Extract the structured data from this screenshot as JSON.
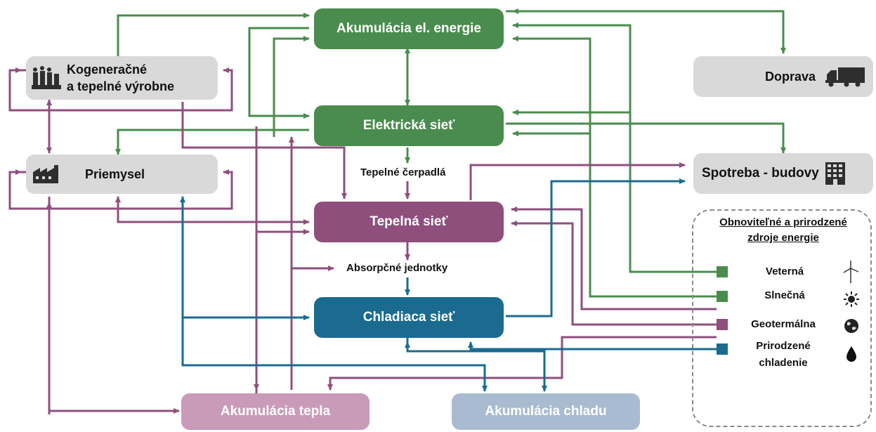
{
  "nodes": {
    "akumulacia_el": "Akumulácia el. energie",
    "elektricka_siet": "Elektrická sieť",
    "tepelna_siet": "Tepelná sieť",
    "chladiaca_siet": "Chladiaca sieť",
    "akumulacia_tepla": "Akumulácia tepla",
    "akumulacia_chladu": "Akumulácia chladu",
    "kogeneracne_1": "Kogeneračné",
    "kogeneracne_2": "a tepelné výrobne",
    "priemysel": "Priemysel",
    "doprava": "Doprava",
    "spotreba": "Spotreba - budovy"
  },
  "labels": {
    "tepelne_cerpadla": "Tepelné čerpadlá",
    "absorpcne_jednotky": "Absorpčné jednotky"
  },
  "legend": {
    "title_1": "Obnoviteľné a prirodzené",
    "title_2": "zdroje energie",
    "items": [
      {
        "label": "Veterná",
        "icon": "wind-turbine-icon",
        "color": "#4a8c4e"
      },
      {
        "label": "Slnečná",
        "icon": "sun-icon",
        "color": "#4a8c4e"
      },
      {
        "label": "Geotermálna",
        "icon": "globe-icon",
        "color": "#8e4f7d"
      },
      {
        "label_1": "Prirodzené",
        "label_2": "chladenie",
        "icon": "water-drop-icon",
        "color": "#1a6b8f"
      }
    ]
  },
  "colors": {
    "electric": "#4a8c4e",
    "heat": "#8e4f7d",
    "cooling": "#1a6b8f",
    "heat_storage": "#c99bb8",
    "cold_storage": "#a9bbd0",
    "consumer": "#d9d9d9"
  }
}
